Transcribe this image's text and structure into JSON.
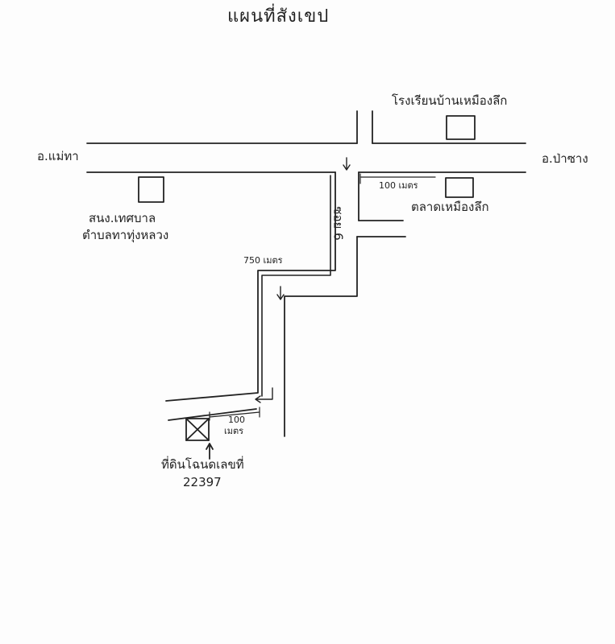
{
  "map": {
    "title": "แผนที่สังเขป",
    "west_label": "อ.แม่ทา",
    "east_label": "อ.ป่าซาง",
    "school_label": "โรงเรียนบ้านเหมืองลึก",
    "office_line1": "สนง.เทศบาล",
    "office_line2": "ตำบลทาทุ่งหลวง",
    "market_label": "ตลาดเหมืองลึก",
    "side_road_label": "ซอย 6",
    "distance_750": "750 เมตร",
    "distance_100_market": "100 เมตร",
    "distance_100_plot_line1": "100",
    "distance_100_plot_line2": "เมตร",
    "plot_line1": "ที่ดินโฉนดเลขที่",
    "plot_line2": "22397",
    "colors": {
      "ink": "#222222",
      "paper": "#fdfdfd"
    }
  }
}
